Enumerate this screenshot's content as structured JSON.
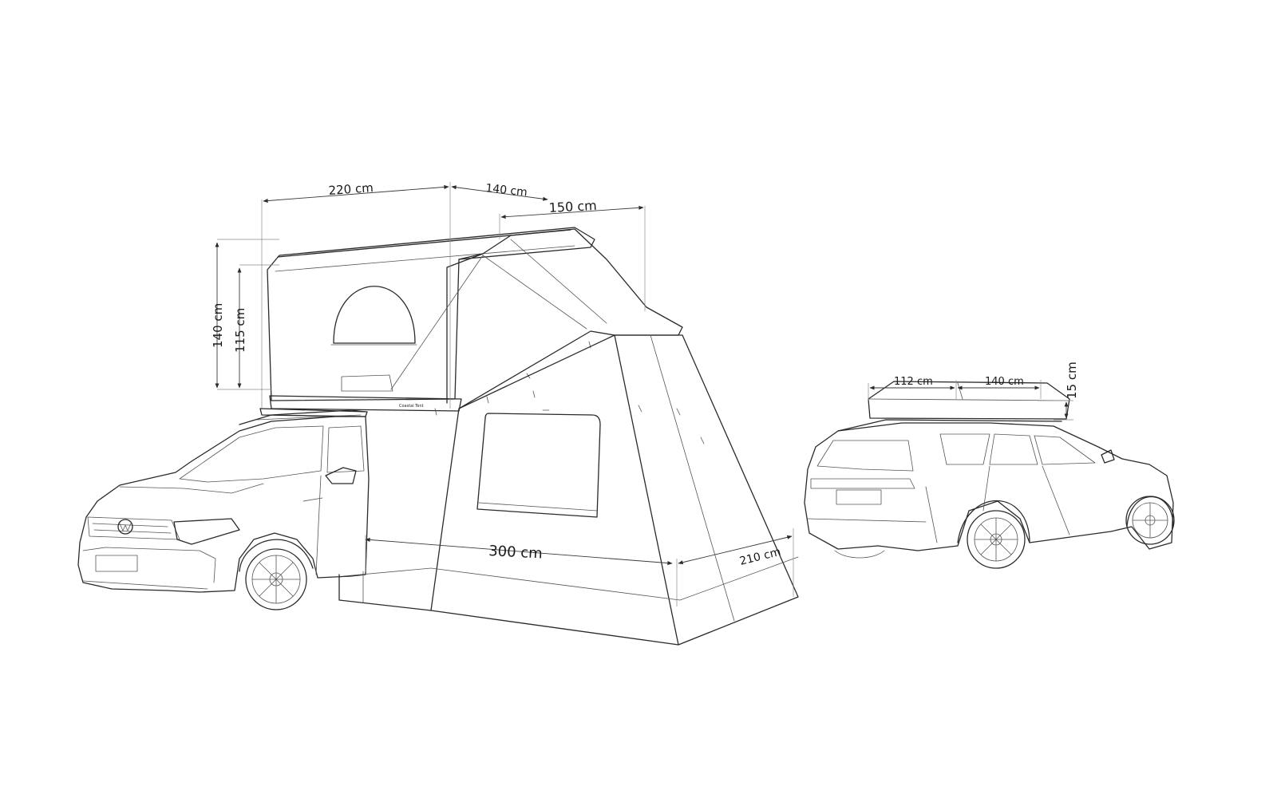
{
  "dimensions": {
    "tent_length": "220 cm",
    "tent_depth": "140 cm",
    "tent_overhang": "150 cm",
    "tent_height_open": "140 cm",
    "tent_height_inner": "115 cm",
    "annex_length": "300 cm",
    "annex_width": "210 cm",
    "closed_length": "112 cm",
    "closed_width": "140 cm",
    "closed_height": "15 cm"
  },
  "branding": {
    "tent_label": "Coastal Tent"
  },
  "colors": {
    "line": "#2a2a2a",
    "background": "#ffffff",
    "tent_fill": "#fafafa"
  }
}
